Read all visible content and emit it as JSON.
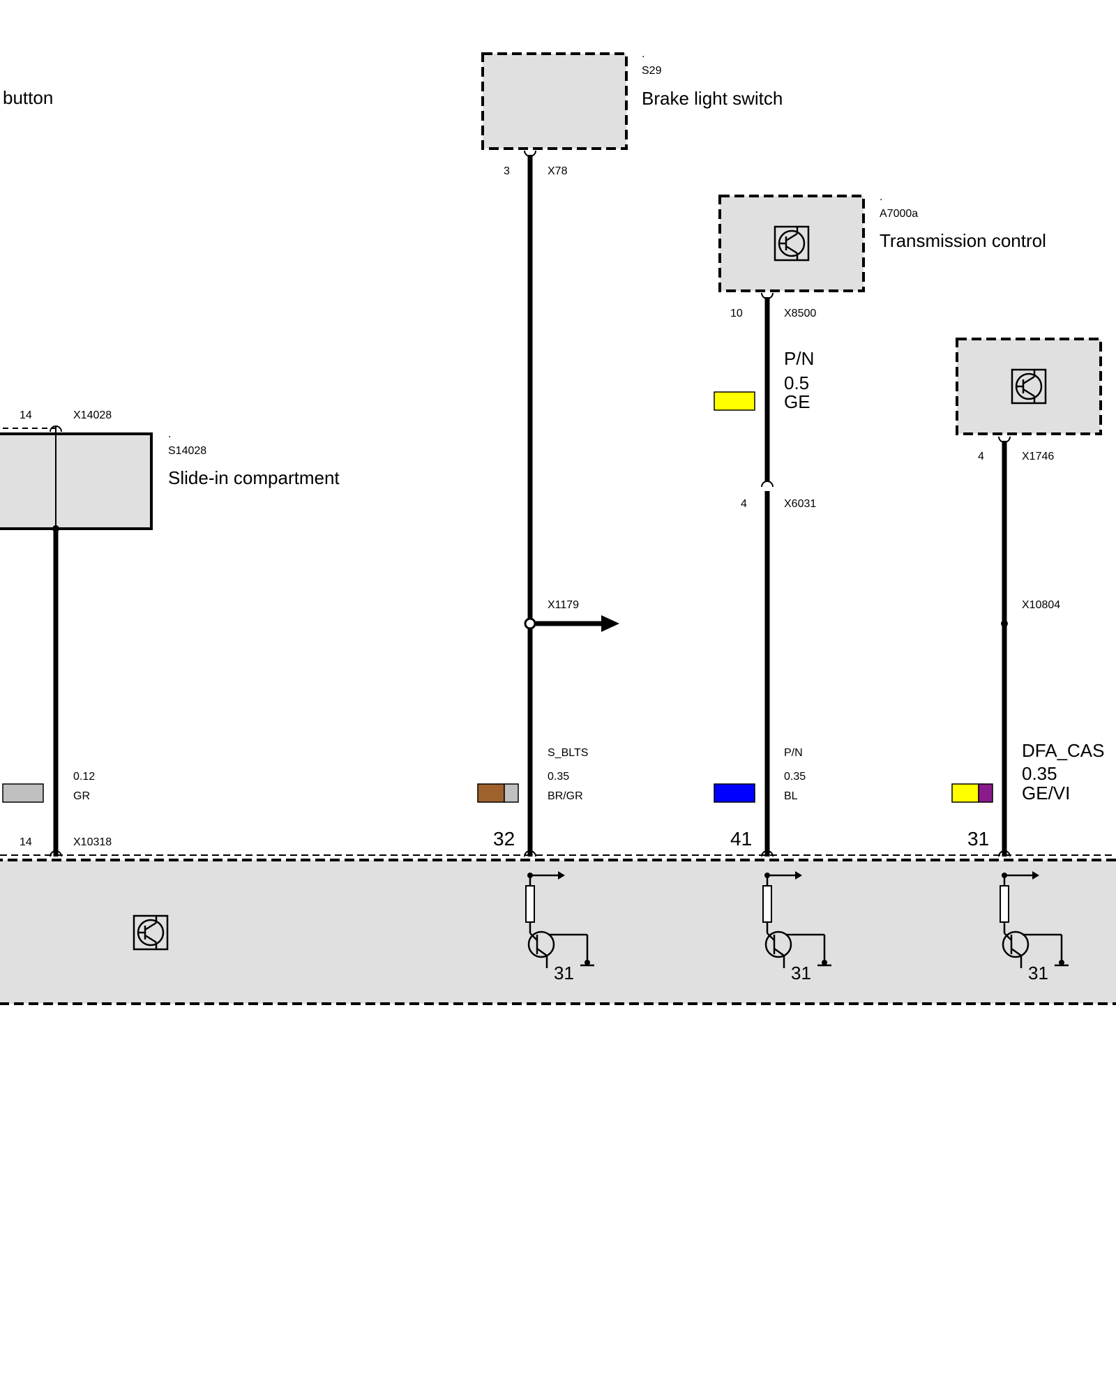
{
  "components": {
    "left_button": {
      "label": "button"
    },
    "s29": {
      "id": "S29",
      "label": "Brake light switch",
      "dot": "."
    },
    "a7000a": {
      "id": "A7000a",
      "label": "Transmission control",
      "dot": "."
    },
    "s14028": {
      "id": "S14028",
      "label": "Slide-in compartment",
      "dot": "."
    },
    "module_x1746": {}
  },
  "connectors": {
    "x78": {
      "pin": "3",
      "name": "X78"
    },
    "x8500": {
      "pin": "10",
      "name": "X8500"
    },
    "x6031": {
      "pin": "4",
      "name": "X6031"
    },
    "x1746": {
      "pin": "4",
      "name": "X1746"
    },
    "x14028": {
      "pin": "14",
      "name": "X14028"
    },
    "x1179": {
      "name": "X1179"
    },
    "x10804": {
      "name": "X10804"
    },
    "x10318": {
      "pin": "14",
      "name": "X10318"
    }
  },
  "wires": {
    "gr": {
      "size": "0.12",
      "color": "GR",
      "swatch": [
        "#c0c0c0"
      ]
    },
    "blts": {
      "signal": "S_BLTS",
      "size": "0.35",
      "color": "BR/GR",
      "swatch": [
        "#a0622d",
        "#c0c0c0"
      ]
    },
    "pn_upper": {
      "signal": "P/N",
      "size": "0.5",
      "color": "GE",
      "swatch": [
        "#ffff00"
      ]
    },
    "pn_lower": {
      "signal": "P/N",
      "size": "0.35",
      "color": "BL",
      "swatch": [
        "#0000ff"
      ]
    },
    "dfa": {
      "signal": "DFA_CAS",
      "size": "0.35",
      "color": "GE/VI",
      "swatch": [
        "#ffff00",
        "#8b1a8b"
      ]
    }
  },
  "bottom_pins": {
    "blts": "32",
    "pn": "41",
    "dfa": "31"
  },
  "grounds": {
    "a": "31",
    "b": "31",
    "c": "31"
  },
  "colors": {
    "box_fill": "#e0e0e0",
    "line": "#000000"
  },
  "icons": [
    "control-unit-icon",
    "ground-icon",
    "arrow-right-icon",
    "transistor-icon",
    "resistor-icon"
  ]
}
